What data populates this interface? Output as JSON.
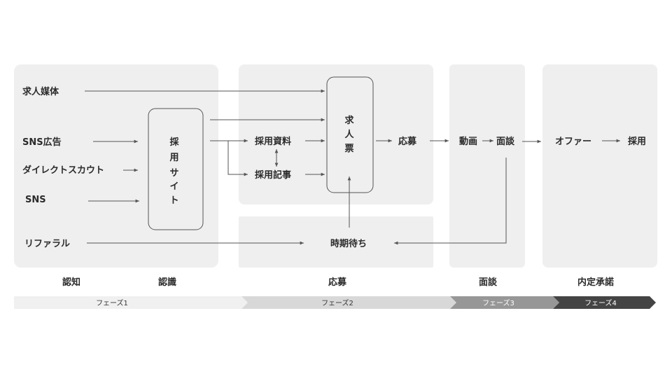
{
  "colors": {
    "panel": "#efefef",
    "box_border": "#555555",
    "arrow": "#555555",
    "text": "#2b2b2b",
    "phase1": "#f0f0f0",
    "phase2": "#d8d8d8",
    "phase3": "#979797",
    "phase4": "#444444"
  },
  "sources": {
    "media": "求人媒体",
    "sns_ad": "SNS広告",
    "direct_scout": "ダイレクトスカウト",
    "sns": "SNS",
    "referral": "リファラル"
  },
  "nodes": {
    "recruit_site": [
      "採",
      "用",
      "サ",
      "イ",
      "ト"
    ],
    "materials": "採用資料",
    "articles": "採用記事",
    "job_ticket": [
      "求",
      "人",
      "票"
    ],
    "apply": "応募",
    "video": "動画",
    "interview": "面談",
    "waiting": "時期待ち",
    "offer": "オファー",
    "hire": "採用"
  },
  "stages": {
    "awareness": "認知",
    "recognition": "認識",
    "apply": "応募",
    "interview": "面談",
    "offer_acceptance": "内定承諾"
  },
  "phase_bar": [
    "フェーズ1",
    "フェーズ2",
    "フェーズ3",
    "フェーズ4"
  ]
}
